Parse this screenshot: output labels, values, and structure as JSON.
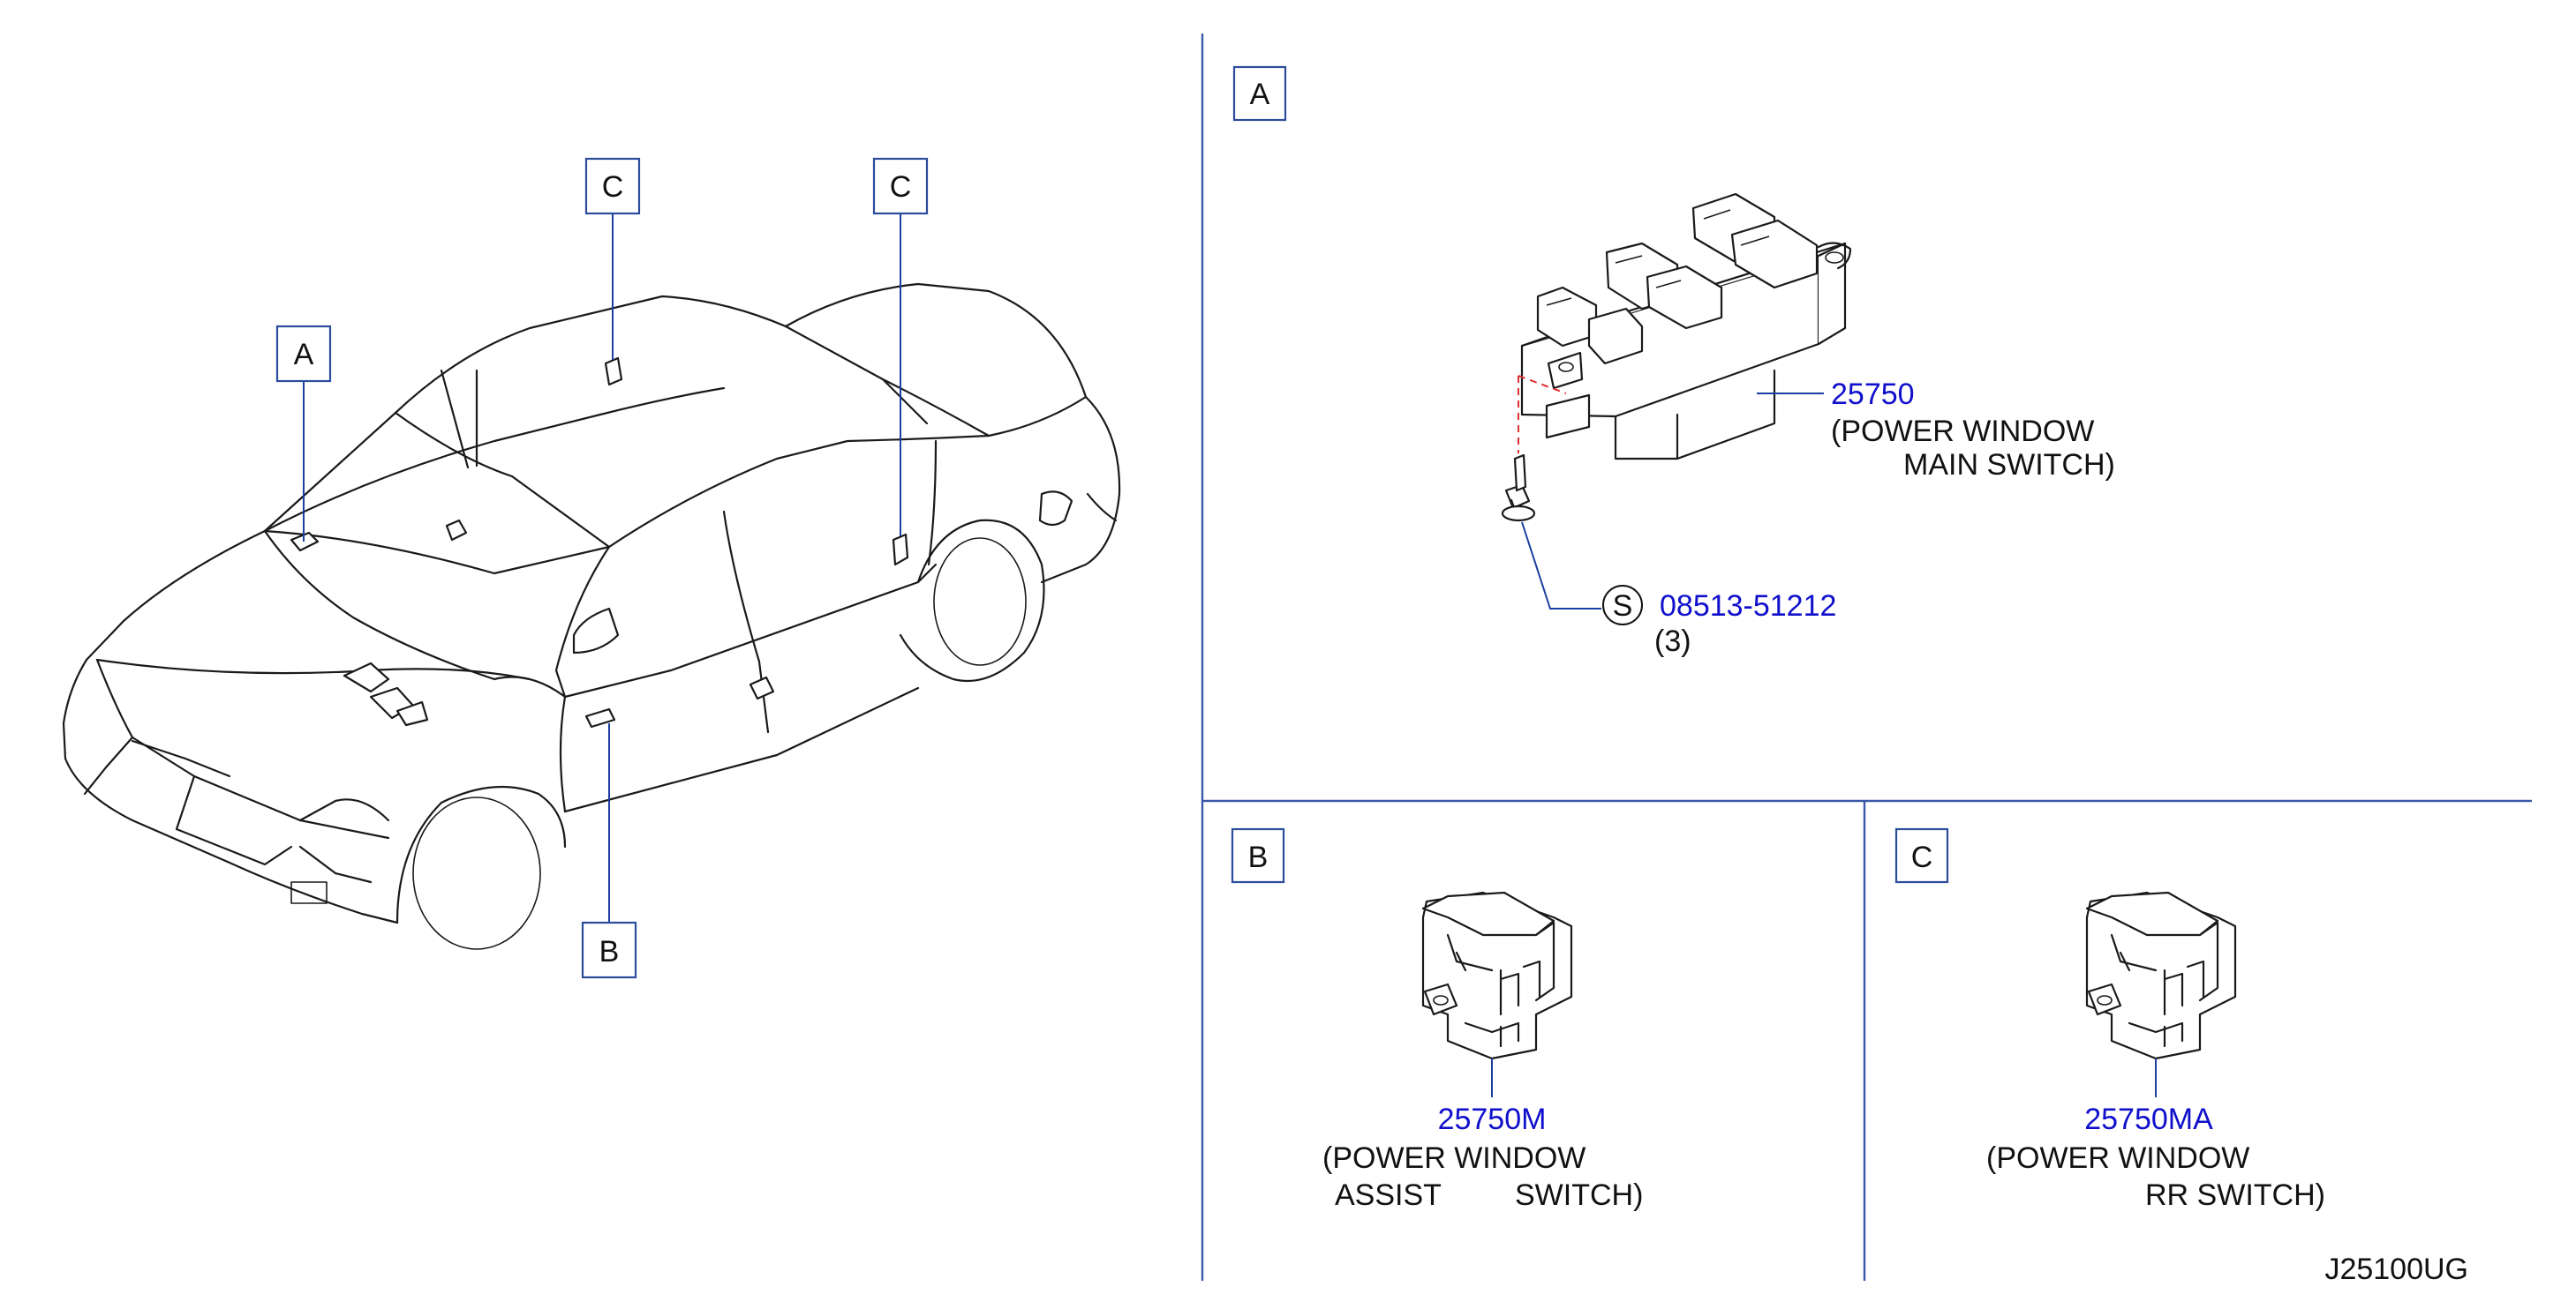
{
  "callouts": {
    "car_a": "A",
    "car_b": "B",
    "car_c_front": "C",
    "car_c_rear": "C",
    "panel_a": "A",
    "panel_b": "B",
    "panel_c": "C"
  },
  "parts": {
    "main_switch": {
      "part_number": "25750",
      "desc_line1": "(POWER  WINDOW",
      "desc_line2": "MAIN  SWITCH)"
    },
    "screw": {
      "symbol": "S",
      "part_number": "08513-51212",
      "qty": "(3)"
    },
    "assist_switch": {
      "part_number": "25750M",
      "desc_line1": "(POWER  WINDOW",
      "desc_line2_a": "ASSIST",
      "desc_line2_b": "SWITCH)"
    },
    "rr_switch": {
      "part_number": "25750MA",
      "desc_line1": "(POWER  WINDOW",
      "desc_line2": "RR  SWITCH)"
    }
  },
  "diagram_code": "J25100UG",
  "colors": {
    "part_number": "#1010cc",
    "leader": "#1a3fa0",
    "divider": "#3a5aa8",
    "screw_dash": "#e03030"
  }
}
